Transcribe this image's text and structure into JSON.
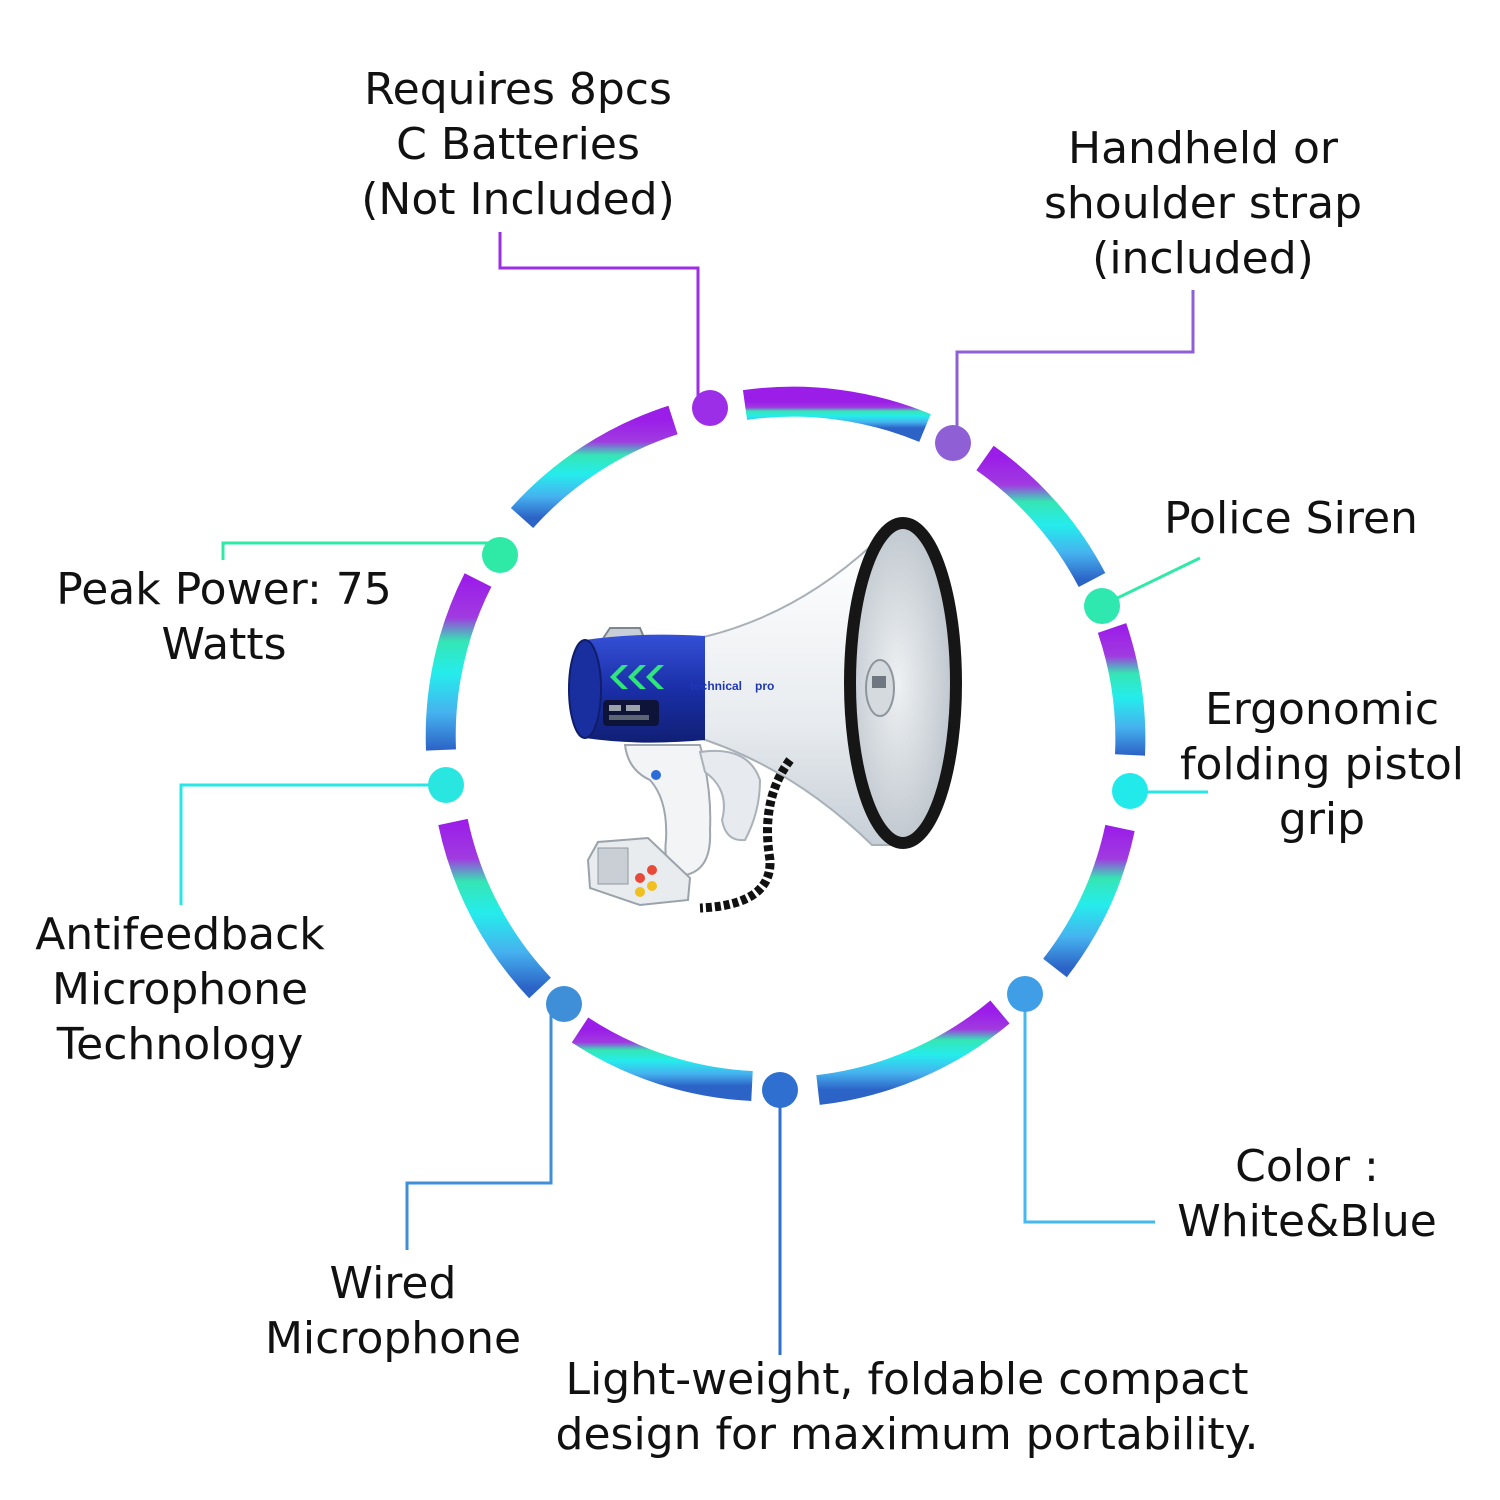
{
  "features": {
    "batteries": [
      "Requires 8pcs",
      "C Batteries",
      "(Not Included)"
    ],
    "strap": [
      "Handheld or",
      "shoulder strap",
      "(included)"
    ],
    "siren": [
      "Police Siren"
    ],
    "power": [
      "Peak Power: 75",
      "Watts"
    ],
    "grip": [
      "Ergonomic",
      "folding pistol",
      "grip"
    ],
    "antifeedback": [
      "Antifeedback",
      "Microphone",
      "Technology"
    ],
    "color": [
      "Color :",
      "White&Blue"
    ],
    "wired": [
      "Wired",
      "Microphone"
    ],
    "portable": [
      "Light-weight, foldable compact",
      "design for maximum portability."
    ]
  },
  "product": {
    "brand_left": "technical",
    "brand_right": "pro"
  },
  "colors": {
    "purple": "#9b2ee6",
    "lavender": "#8f5fd6",
    "mint": "#2eeaa6",
    "aqua": "#26e6e6",
    "sky": "#45b8ef",
    "blue": "#2f6fcf",
    "megaphone_blue": "#1f37b5",
    "megaphone_white": "#eef1f4",
    "rim": "#161616"
  }
}
